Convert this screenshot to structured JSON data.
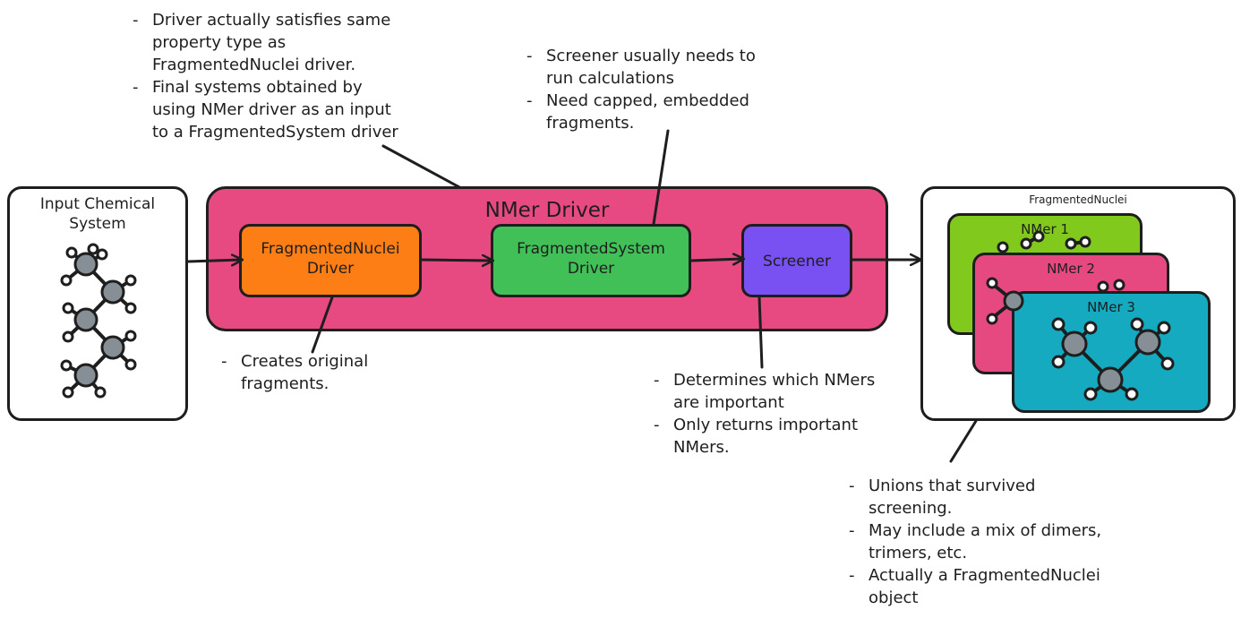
{
  "input": {
    "title_line1": "Input Chemical",
    "title_line2": "System"
  },
  "nmer_driver": {
    "title": "NMer Driver"
  },
  "fragmented_nuclei_driver": {
    "line1": "FragmentedNuclei",
    "line2": "Driver"
  },
  "fragmented_system_driver": {
    "line1": "FragmentedSystem",
    "line2": "Driver"
  },
  "screener": {
    "label": "Screener"
  },
  "output": {
    "title": "FragmentedNuclei",
    "cards": [
      "NMer 1",
      "NMer 2",
      "NMer 3"
    ]
  },
  "notes": {
    "top_left": [
      "Driver actually satisfies same property type as FragmentedNuclei driver.",
      "Final systems obtained by using NMer driver as an input to a FragmentedSystem driver"
    ],
    "top_middle": [
      "Screener usually needs to run calculations",
      "Need capped, embedded fragments."
    ],
    "bottom_left": [
      "Creates original fragments."
    ],
    "bottom_middle": [
      "Determines which NMers are important",
      "Only returns important NMers."
    ],
    "bottom_right": [
      "Unions that survived screening.",
      "May include a mix of dimers, trimers, etc.",
      "Actually a FragmentedNuclei object"
    ]
  },
  "colors": {
    "nmer_driver_fill": "#e64a80",
    "fragmented_nuclei_fill": "#fd7e14",
    "fragmented_system_fill": "#40c057",
    "screener_fill": "#7950f2",
    "nmer1_fill": "#82c91e",
    "nmer2_fill": "#e64980",
    "nmer3_fill": "#15aabf",
    "atom_fill": "#868e96"
  }
}
